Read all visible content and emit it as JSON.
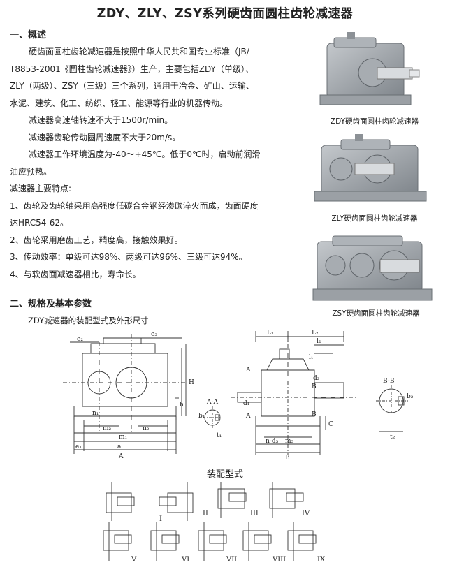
{
  "title": "ZDY、ZLY、ZSY系列硬齿面圆柱齿轮减速器",
  "section1": {
    "heading": "一、概述",
    "lines": [
      "硬齿面圆柱齿轮减速器是按照中华人民共和国专业标准（JB/",
      "T8853-2001《圆柱齿轮减速器》）生产，主要包括ZDY（单级）、",
      "ZLY（两级）、ZSY（三级）三个系列，通用于冶金、矿山、运输、",
      "水泥、建筑、化工、纺织、轻工、能源等行业的机器传动。",
      "减速器高速轴转速不大于1500r/min。",
      "减速器齿轮传动圆周速度不大于20m/s。",
      "减速器工作环境温度为-40～+45℃。低于0℃时，启动前润滑",
      "油应预热。",
      "减速器主要特点:",
      "1、齿轮及齿轮轴采用高强度低碳合金钢经渗碳淬火而成，齿面硬度",
      "达HRC54-62。",
      "2、齿轮采用磨齿工艺，精度高，接触效果好。",
      "3、传动效率：单级可达98%、两级可达96%、三级可达94%。",
      "4、与软齿面减速器相比，寿命长。"
    ]
  },
  "section2": {
    "heading": "二、规格及基本参数",
    "subtitle": "ZDY减速器的装配型式及外形尺寸"
  },
  "products": [
    {
      "caption": "ZDY硬齿面圆柱齿轮减速器"
    },
    {
      "caption": "ZLY硬齿面圆柱齿轮减速器"
    },
    {
      "caption": "ZSY硬齿面圆柱齿轮减速器"
    }
  ],
  "drawing_labels": {
    "front": {
      "e2": "e₂",
      "e3": "e₃",
      "H": "H",
      "h": "h",
      "n1": "n₁",
      "m2": "m₂",
      "m1": "m₁",
      "n2": "n₂",
      "e1": "e₁",
      "a": "a",
      "A": "A"
    },
    "section_aa": {
      "title": "A-A",
      "b1": "b₁",
      "t1": "t₁"
    },
    "side": {
      "L1": "L₁",
      "L2": "L₂",
      "l1": "l₁",
      "l2": "l₂",
      "d2": "d₂",
      "d1": "d₁",
      "A_top": "A",
      "A_bot": "A",
      "B_top": "B",
      "B_bot": "B",
      "C": "C",
      "n_d3": "n-d₃",
      "m3": "m₃",
      "B": "B"
    },
    "section_bb": {
      "title": "B-B",
      "b2": "b₂",
      "t2": "t₂"
    }
  },
  "assembly": {
    "title": "装配型式",
    "types": [
      "I",
      "II",
      "III",
      "IV",
      "V",
      "VI",
      "VII",
      "VIII",
      "IX"
    ]
  },
  "colors": {
    "text": "#222222",
    "line": "#333333",
    "casting": "#9a9fa5"
  }
}
